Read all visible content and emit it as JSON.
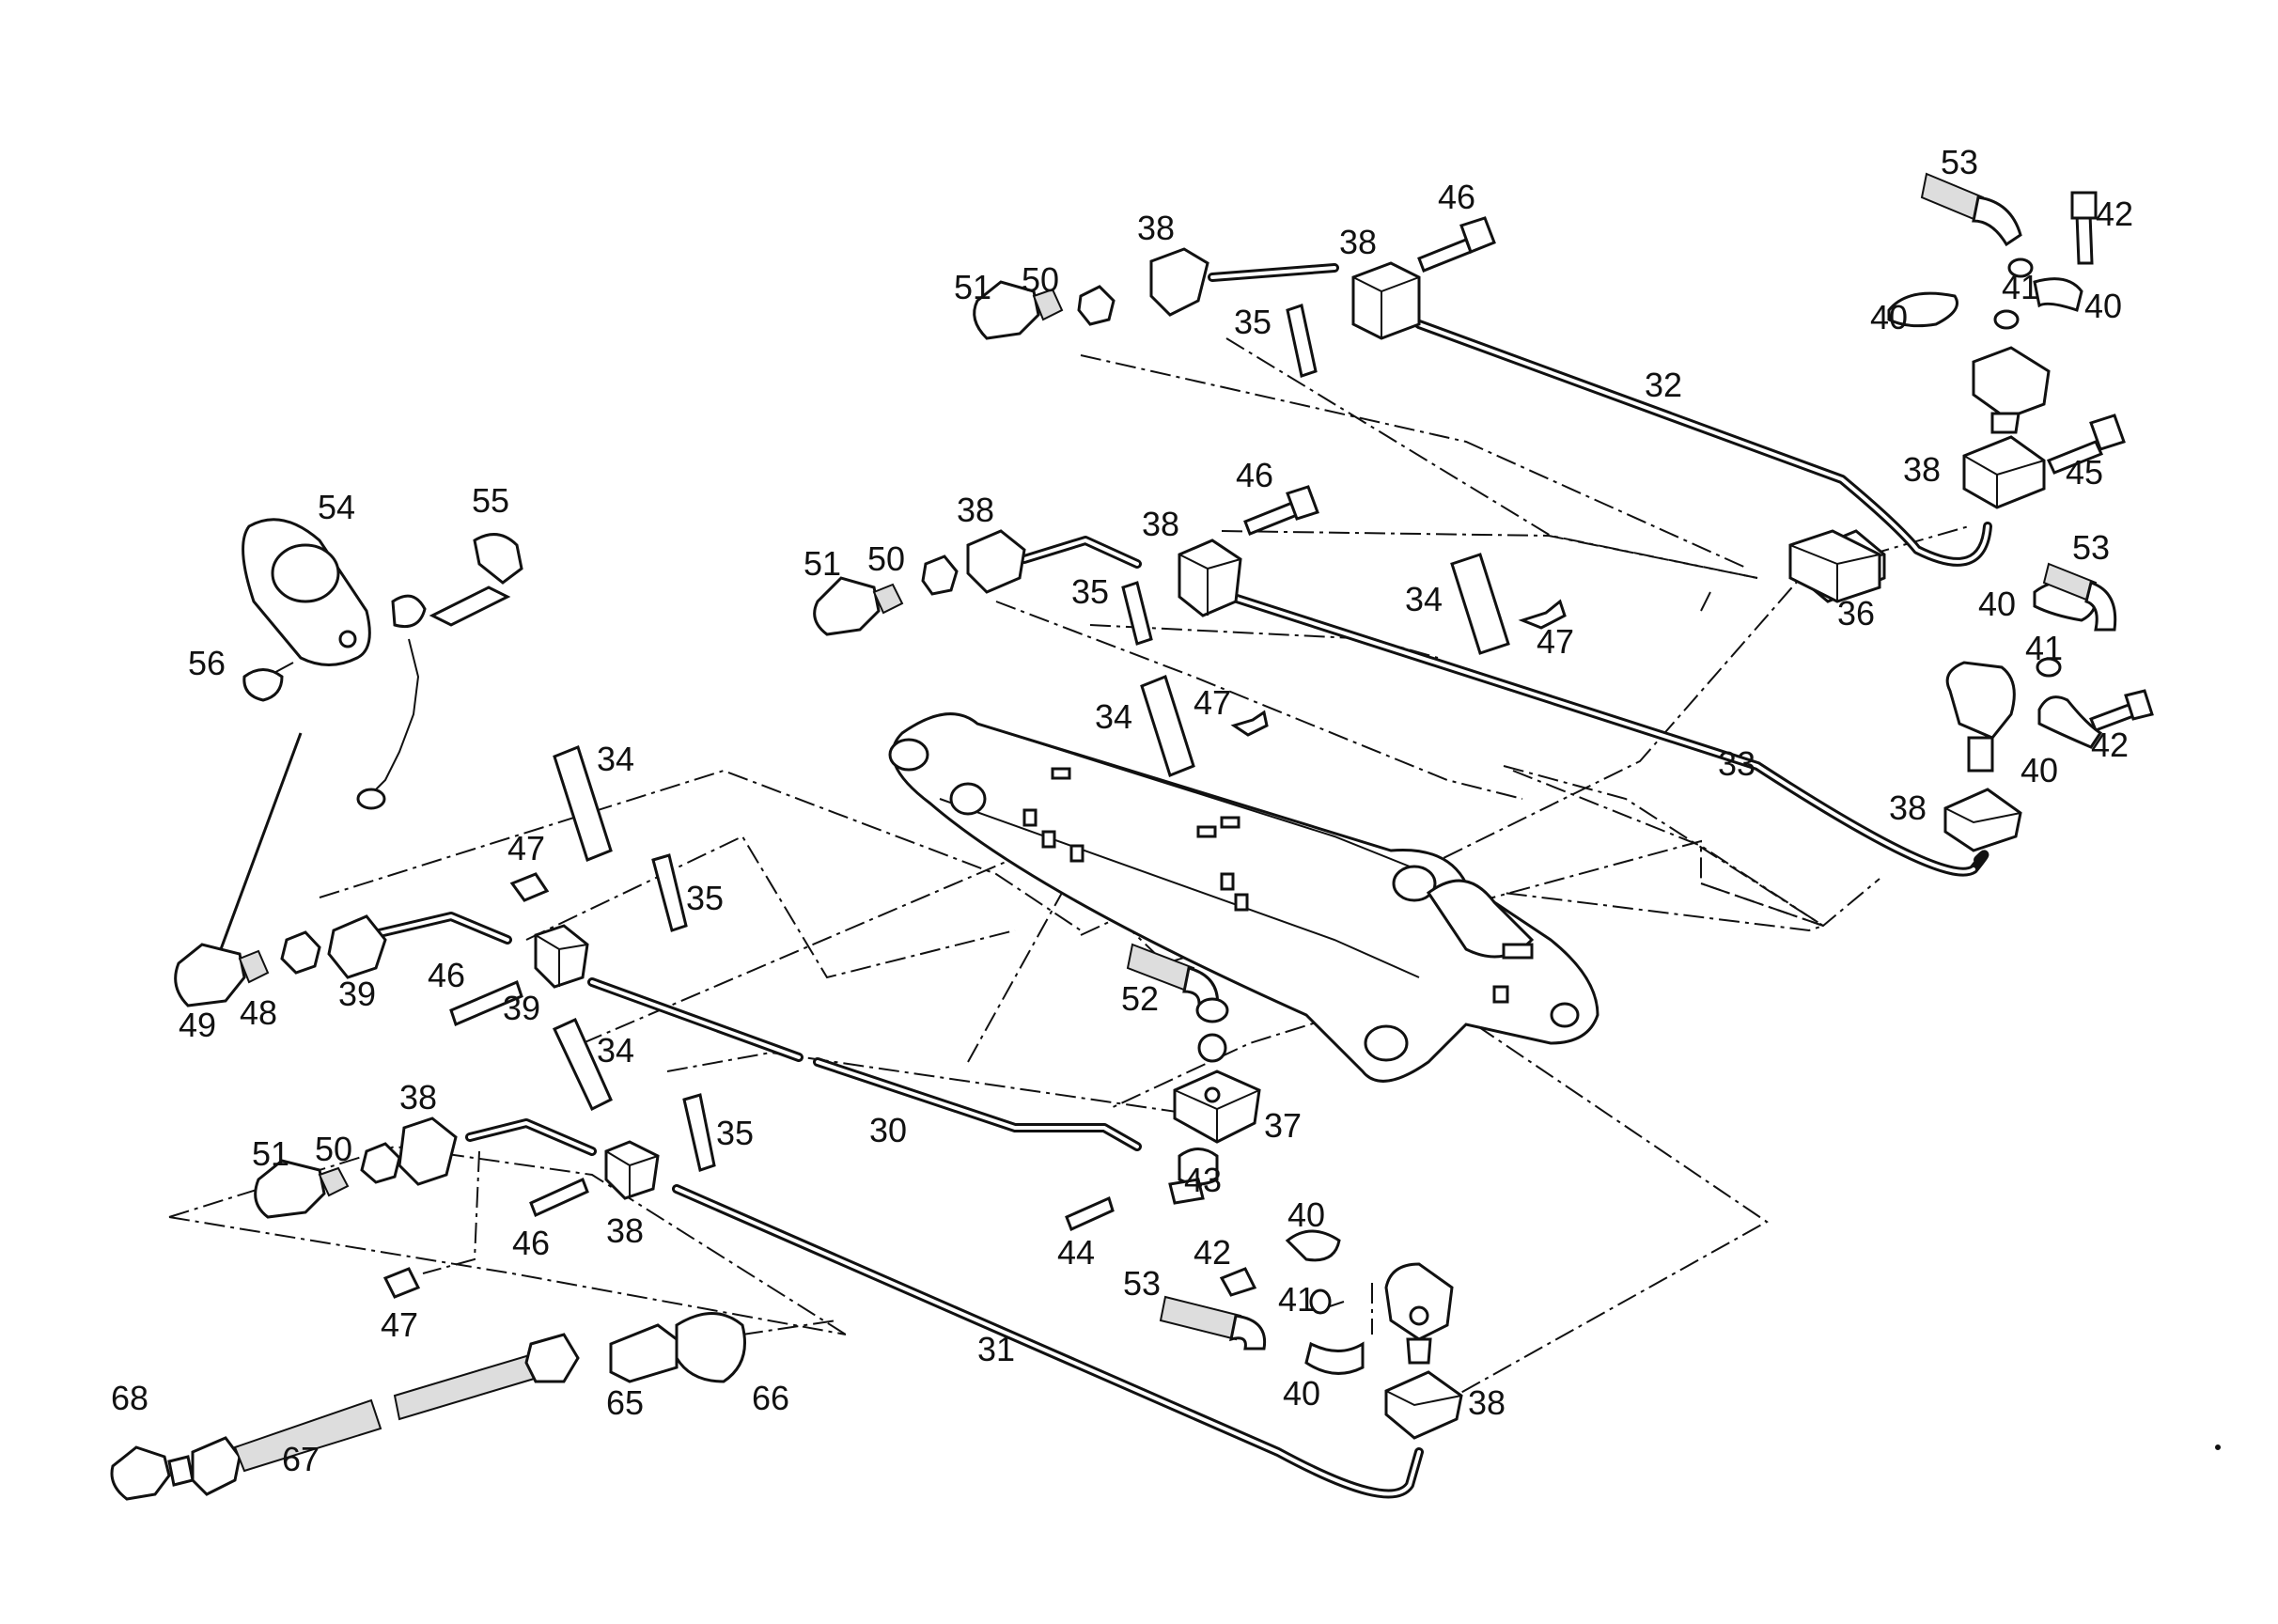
{
  "diagram": {
    "labels": [
      {
        "id": "l53a",
        "text": "53"
      },
      {
        "id": "l42a",
        "text": "42"
      },
      {
        "id": "l41a",
        "text": "41"
      },
      {
        "id": "l40a",
        "text": "40"
      },
      {
        "id": "l40b",
        "text": "40"
      },
      {
        "id": "l46a",
        "text": "46"
      },
      {
        "id": "l38a",
        "text": "38"
      },
      {
        "id": "l38b",
        "text": "38"
      },
      {
        "id": "l51a",
        "text": "51"
      },
      {
        "id": "l50a",
        "text": "50"
      },
      {
        "id": "l35a",
        "text": "35"
      },
      {
        "id": "l32",
        "text": "32"
      },
      {
        "id": "l38c",
        "text": "38"
      },
      {
        "id": "l45",
        "text": "45"
      },
      {
        "id": "l54",
        "text": "54"
      },
      {
        "id": "l55",
        "text": "55"
      },
      {
        "id": "l46b",
        "text": "46"
      },
      {
        "id": "l38d",
        "text": "38"
      },
      {
        "id": "l38e",
        "text": "38"
      },
      {
        "id": "l51b",
        "text": "51"
      },
      {
        "id": "l50b",
        "text": "50"
      },
      {
        "id": "l53b",
        "text": "53"
      },
      {
        "id": "l40c",
        "text": "40"
      },
      {
        "id": "l36",
        "text": "36"
      },
      {
        "id": "l56",
        "text": "56"
      },
      {
        "id": "l35b",
        "text": "35"
      },
      {
        "id": "l34a",
        "text": "34"
      },
      {
        "id": "l47a",
        "text": "47"
      },
      {
        "id": "l41b",
        "text": "41"
      },
      {
        "id": "l34b",
        "text": "34"
      },
      {
        "id": "l47b",
        "text": "47"
      },
      {
        "id": "l42b",
        "text": "42"
      },
      {
        "id": "l40d",
        "text": "40"
      },
      {
        "id": "l33",
        "text": "33"
      },
      {
        "id": "l38f",
        "text": "38"
      },
      {
        "id": "l34c",
        "text": "34"
      },
      {
        "id": "l47c",
        "text": "47"
      },
      {
        "id": "l35c",
        "text": "35"
      },
      {
        "id": "l46c",
        "text": "46"
      },
      {
        "id": "l39a",
        "text": "39"
      },
      {
        "id": "l39b",
        "text": "39"
      },
      {
        "id": "l49",
        "text": "49"
      },
      {
        "id": "l48",
        "text": "48"
      },
      {
        "id": "l52",
        "text": "52"
      },
      {
        "id": "l34d",
        "text": "34"
      },
      {
        "id": "l38g",
        "text": "38"
      },
      {
        "id": "l51c",
        "text": "51"
      },
      {
        "id": "l50c",
        "text": "50"
      },
      {
        "id": "l30",
        "text": "30"
      },
      {
        "id": "l35d",
        "text": "35"
      },
      {
        "id": "l37",
        "text": "37"
      },
      {
        "id": "l43",
        "text": "43"
      },
      {
        "id": "l46d",
        "text": "46"
      },
      {
        "id": "l38h",
        "text": "38"
      },
      {
        "id": "l44",
        "text": "44"
      },
      {
        "id": "l40e",
        "text": "40"
      },
      {
        "id": "l42c",
        "text": "42"
      },
      {
        "id": "l53c",
        "text": "53"
      },
      {
        "id": "l41c",
        "text": "41"
      },
      {
        "id": "l47d",
        "text": "47"
      },
      {
        "id": "l31",
        "text": "31"
      },
      {
        "id": "l40f",
        "text": "40"
      },
      {
        "id": "l38i",
        "text": "38"
      },
      {
        "id": "l68",
        "text": "68"
      },
      {
        "id": "l65",
        "text": "65"
      },
      {
        "id": "l66",
        "text": "66"
      },
      {
        "id": "l67",
        "text": "67"
      }
    ]
  }
}
